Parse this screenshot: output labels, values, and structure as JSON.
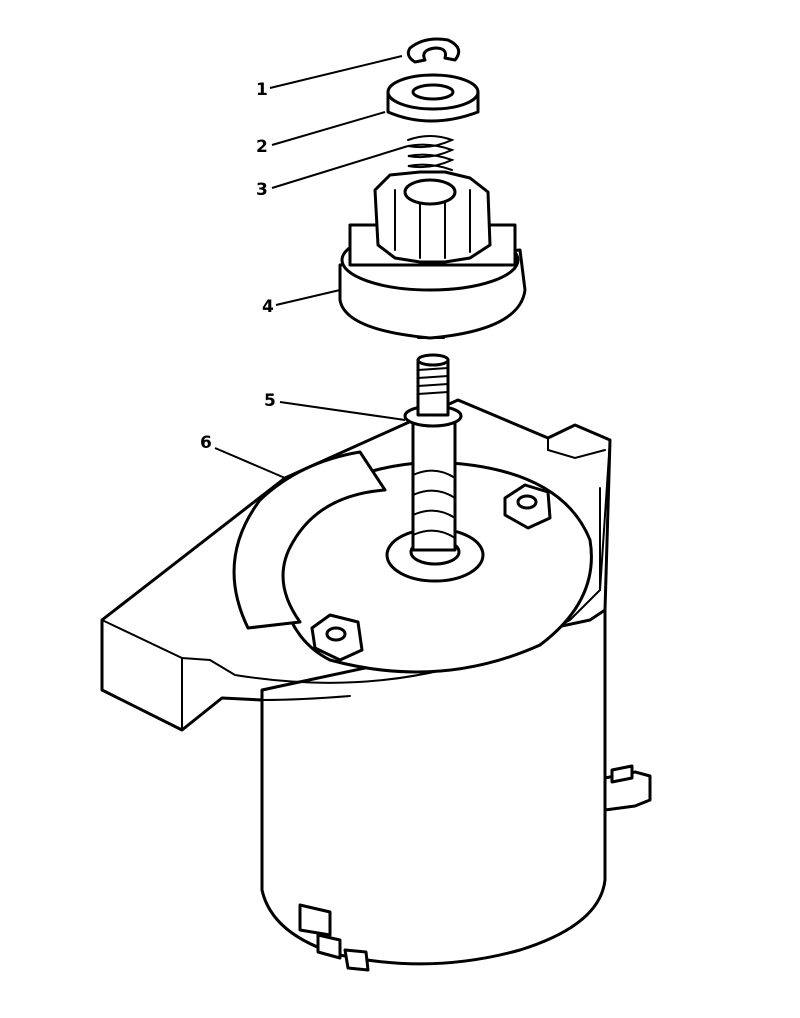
{
  "callouts": [
    {
      "id": "1"
    },
    {
      "id": "2"
    },
    {
      "id": "3"
    },
    {
      "id": "4"
    },
    {
      "id": "5"
    },
    {
      "id": "6"
    }
  ],
  "colors": {
    "line": "#000000",
    "background": "#ffffff"
  }
}
